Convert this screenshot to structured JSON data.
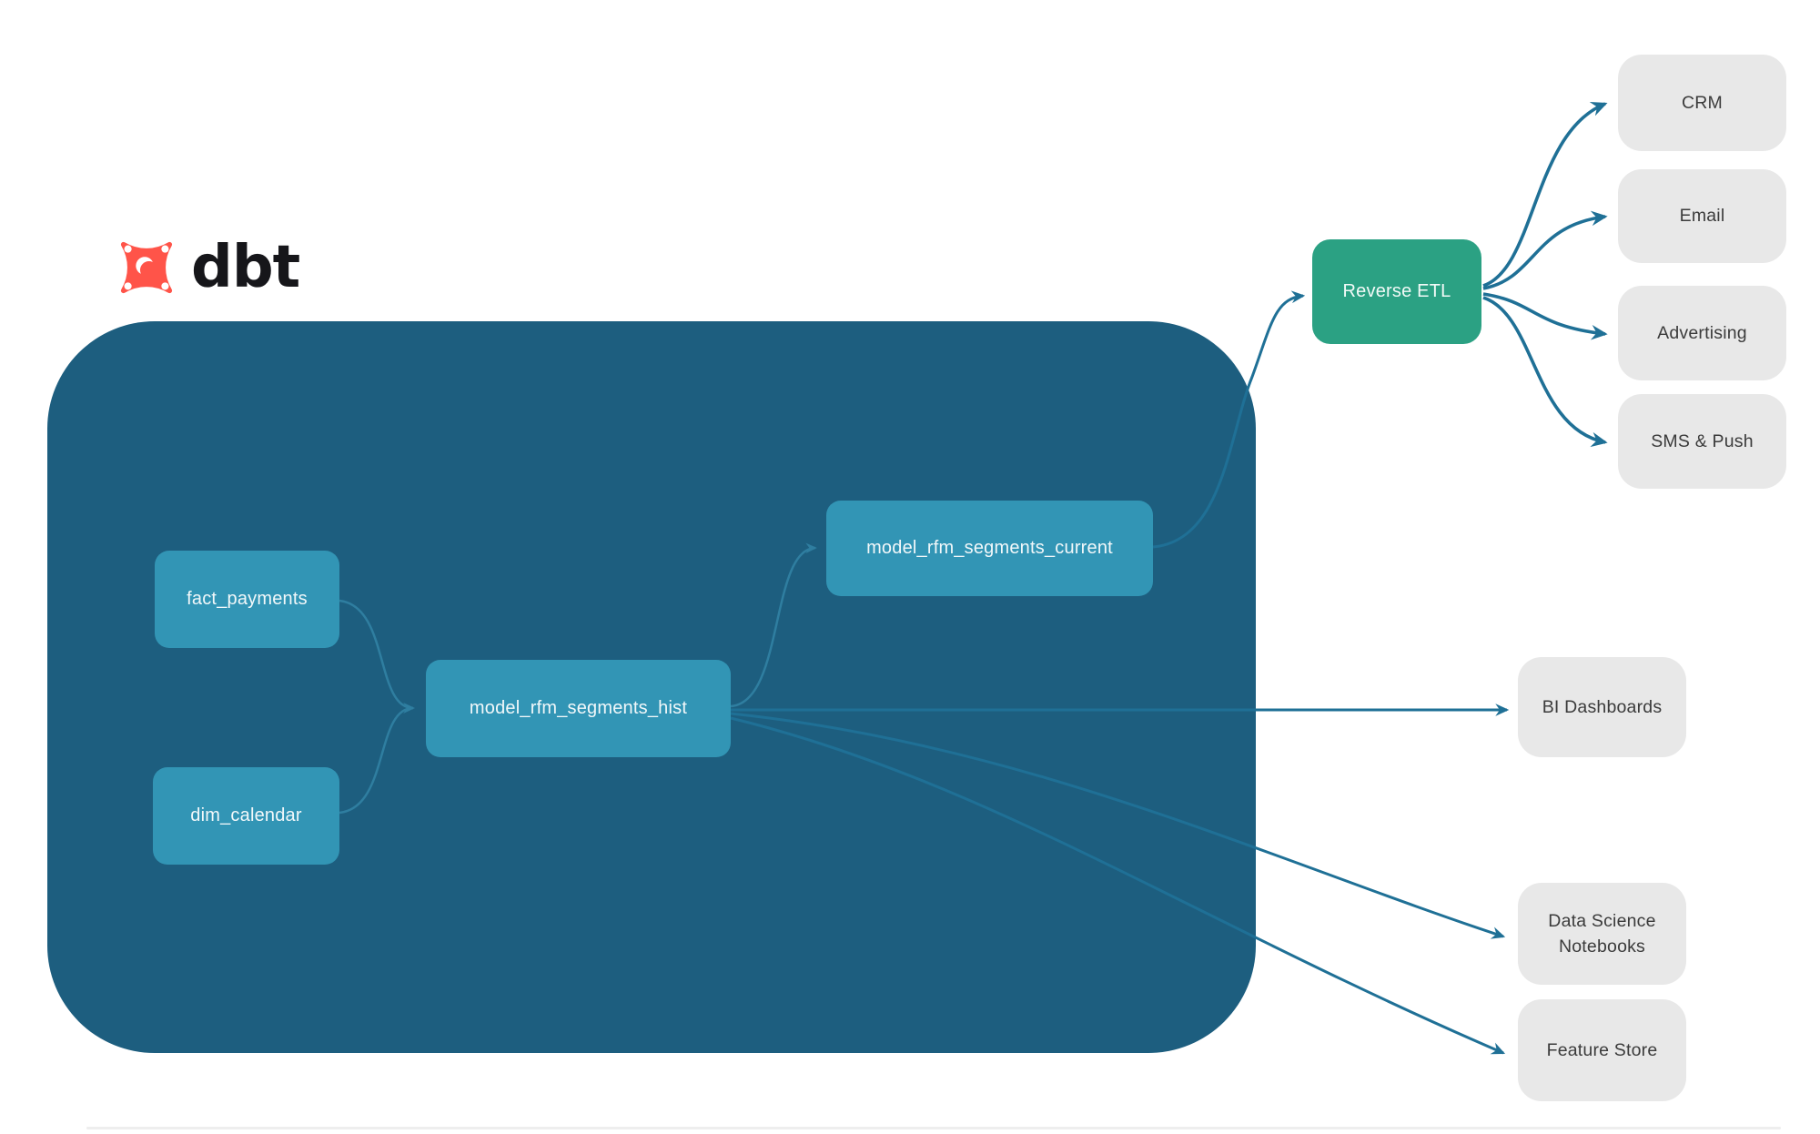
{
  "brand": {
    "name": "dbt"
  },
  "diagram": {
    "warehouse_nodes": [
      {
        "id": "fact_payments",
        "label": "fact_payments"
      },
      {
        "id": "dim_calendar",
        "label": "dim_calendar"
      },
      {
        "id": "model_rfm_segments_hist",
        "label": "model_rfm_segments_hist"
      },
      {
        "id": "model_rfm_segments_current",
        "label": "model_rfm_segments_current"
      }
    ],
    "activation_node": {
      "label": "Reverse ETL"
    },
    "destinations": [
      {
        "id": "crm",
        "label": "CRM"
      },
      {
        "id": "email",
        "label": "Email"
      },
      {
        "id": "advertising",
        "label": "Advertising"
      },
      {
        "id": "sms_push",
        "label": "SMS & Push"
      },
      {
        "id": "bi_dashboards",
        "label": "BI Dashboards"
      },
      {
        "id": "data_science_notebooks",
        "label": "Data Science Notebooks"
      },
      {
        "id": "feature_store",
        "label": "Feature Store"
      }
    ],
    "edges": [
      {
        "from": "fact_payments",
        "to": "model_rfm_segments_hist"
      },
      {
        "from": "dim_calendar",
        "to": "model_rfm_segments_hist"
      },
      {
        "from": "model_rfm_segments_hist",
        "to": "model_rfm_segments_current"
      },
      {
        "from": "model_rfm_segments_current",
        "to": "Reverse ETL"
      },
      {
        "from": "Reverse ETL",
        "to": "CRM"
      },
      {
        "from": "Reverse ETL",
        "to": "Email"
      },
      {
        "from": "Reverse ETL",
        "to": "Advertising"
      },
      {
        "from": "Reverse ETL",
        "to": "SMS & Push"
      },
      {
        "from": "model_rfm_segments_hist",
        "to": "BI Dashboards"
      },
      {
        "from": "model_rfm_segments_hist",
        "to": "Data Science Notebooks"
      },
      {
        "from": "model_rfm_segments_hist",
        "to": "Feature Store"
      }
    ]
  },
  "colors": {
    "warehouse_container": "#1d5e7f",
    "warehouse_node": "#3295b5",
    "activation_node": "#2ba183",
    "destination_node": "#e8e8e8",
    "edge_inner": "#2f7ea0",
    "edge_outer": "#1f7096",
    "logo_orange": "#ff5449",
    "text_dark": "#3b3b3b",
    "text_light": "#ffffff"
  }
}
